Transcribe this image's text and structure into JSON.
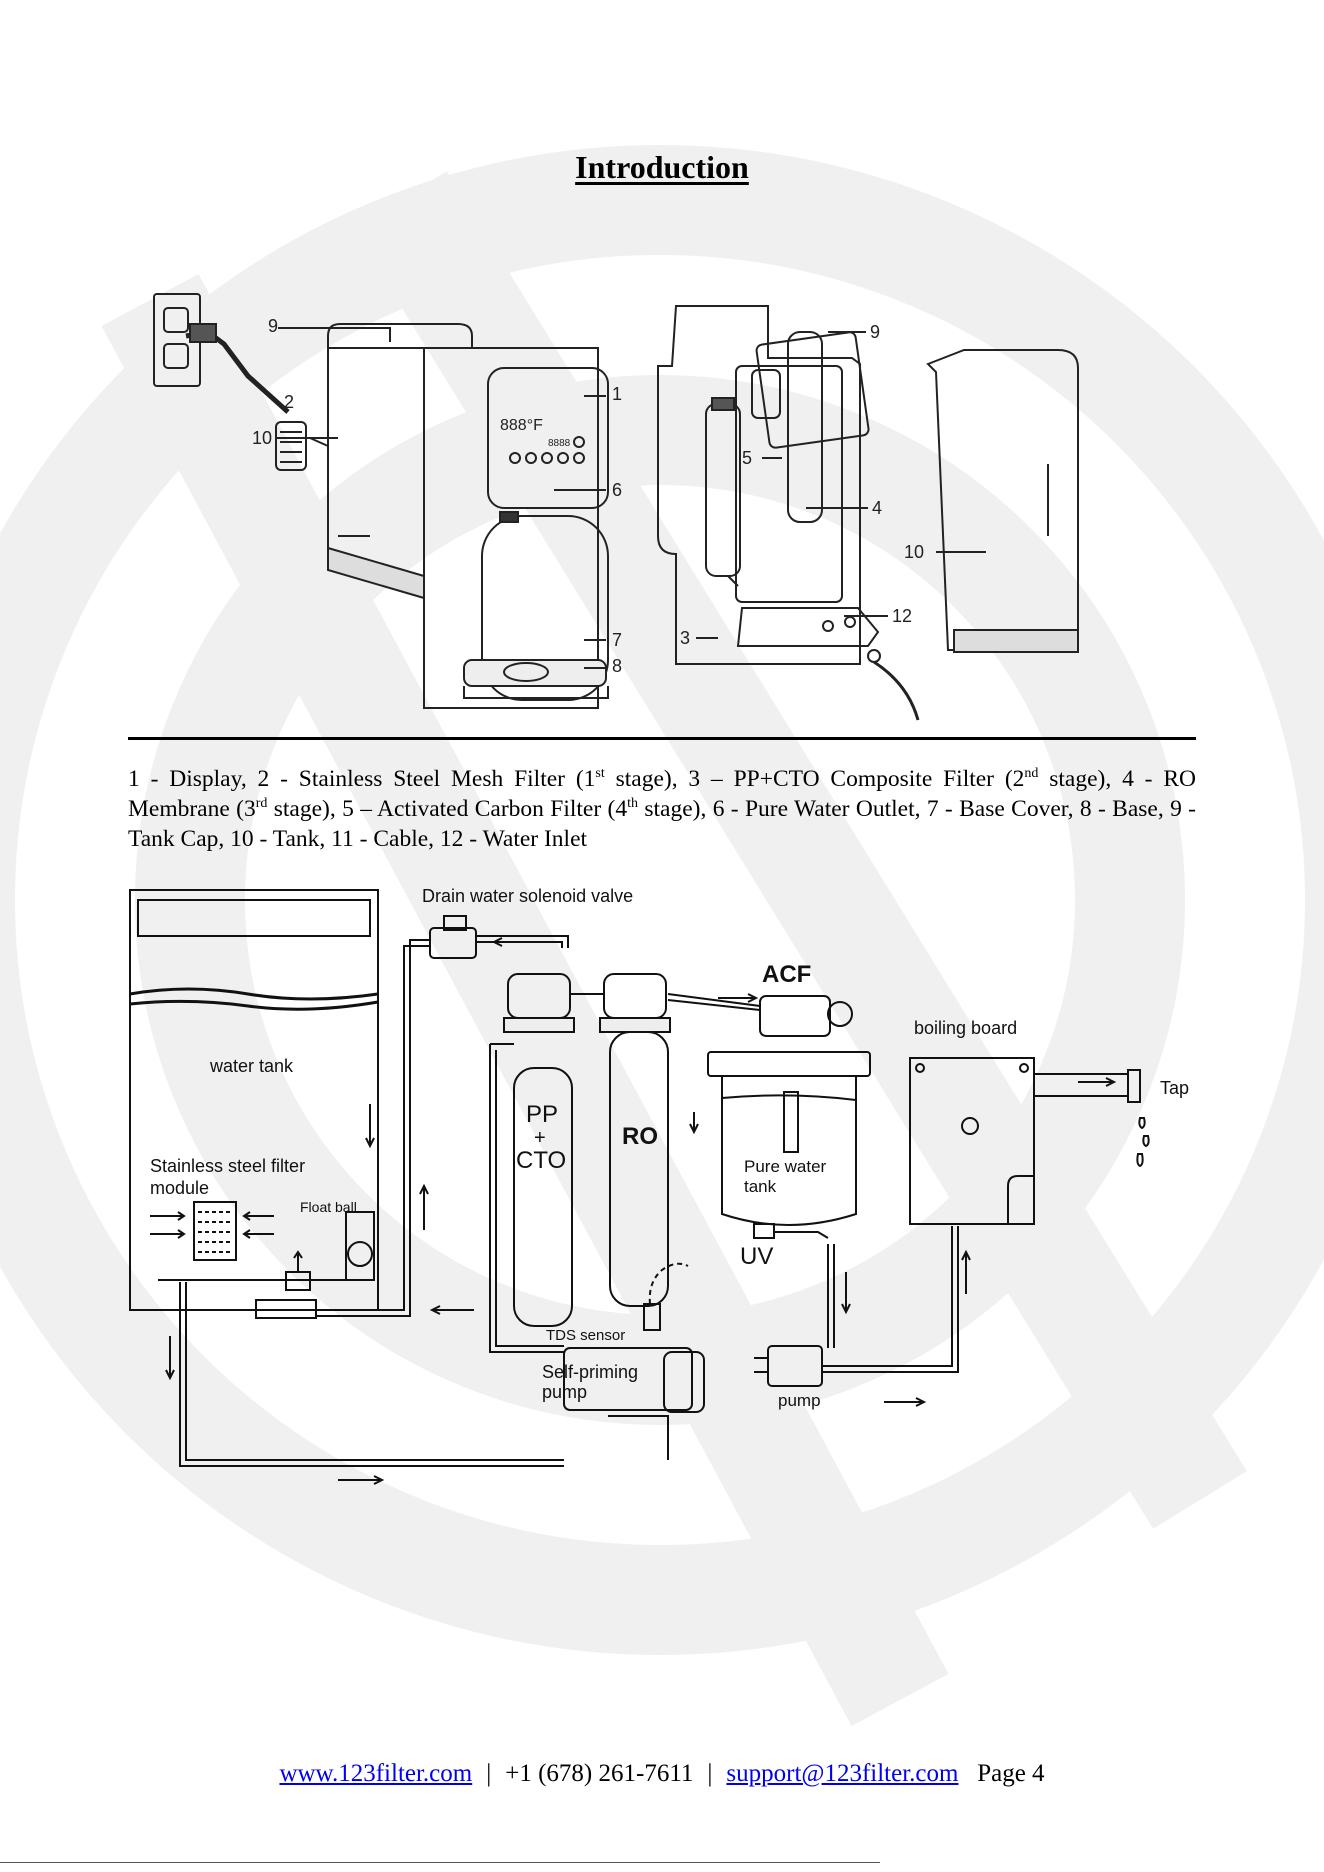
{
  "page": {
    "title": "Introduction"
  },
  "figure_one": {
    "callouts": [
      "9",
      "10",
      "2",
      "1",
      "6",
      "7",
      "8",
      "9",
      "5",
      "4",
      "3",
      "12",
      "10"
    ],
    "display": {
      "temp": "888°F",
      "small": "8888"
    }
  },
  "caption": {
    "p1": "1 - Display, 2 - Stainless Steel Mesh Filter (1",
    "s1": "st",
    "p2": " stage), 3 – PP+CTO Composite Filter (2",
    "s2": "nd",
    "p3": " stage), 4 - RO Membrane (3",
    "s3": "rd",
    "p4": " stage), 5 – Activated Carbon Filter (4",
    "s4": "th",
    "p5": " stage), 6 - Pure Water Outlet, 7 - Base Cover, 8 - Base, 9 - Tank Cap, 10 - Tank, 11 - Cable, 12 - Water Inlet"
  },
  "figure_two": {
    "drain_valve": "Drain water solenoid valve",
    "acf": "ACF",
    "boiling_board": "boiling board",
    "tap": "Tap",
    "water_tank": "water tank",
    "pp": "PP",
    "plus": "+",
    "cto": "CTO",
    "ro": "RO",
    "pure_water_1": "Pure water",
    "pure_water_2": "tank",
    "uv": "UV",
    "filter_module_1": "Stainless steel filter",
    "filter_module_2": "module",
    "float_ball": "Float ball",
    "tds_sensor": "TDS sensor",
    "self_priming_1": "Self-priming",
    "self_priming_2": "pump",
    "pump": "pump"
  },
  "footer": {
    "website": "www.123filter.com",
    "separator": "|",
    "phone": "+1 (678) 261-7611",
    "email": "support@123filter.com",
    "page": "Page 4"
  }
}
